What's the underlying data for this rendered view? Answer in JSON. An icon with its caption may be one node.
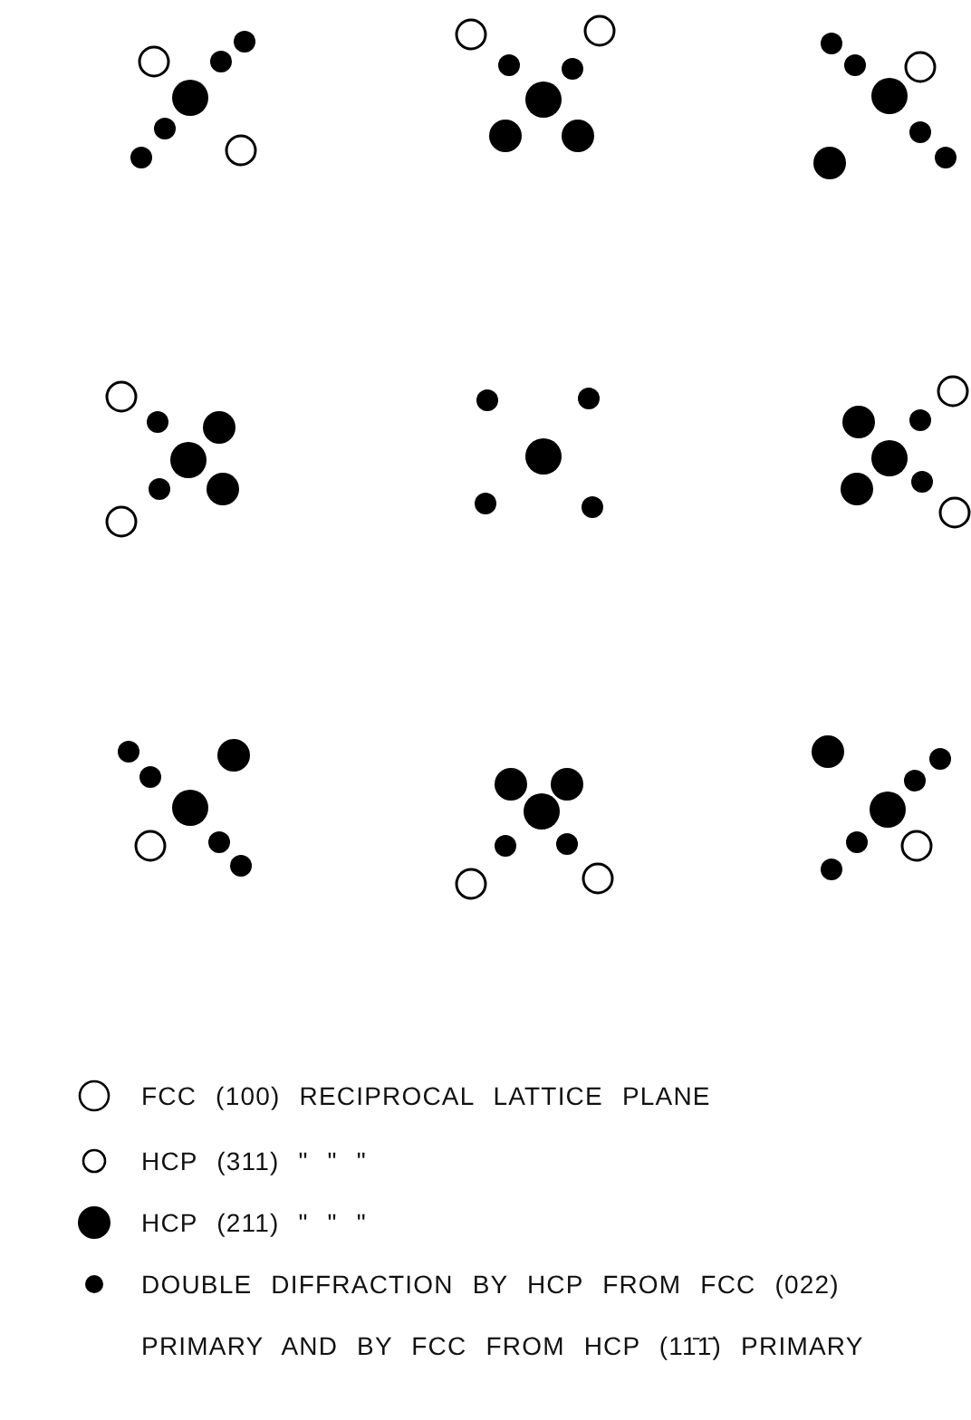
{
  "diagram": {
    "legend": [
      {
        "text": "FCC (100) RECIPROCAL LATTICE PLANE"
      },
      {
        "text": "HCP (311) \" \" \""
      },
      {
        "text": "HCP (211) \" \" \""
      },
      {
        "text": "DOUBLE DIFFRACTION BY HCP FROM FCC (022) PRIMARY AND BY FCC FROM HCP (11̄1̄) PRIMARY"
      }
    ]
  }
}
